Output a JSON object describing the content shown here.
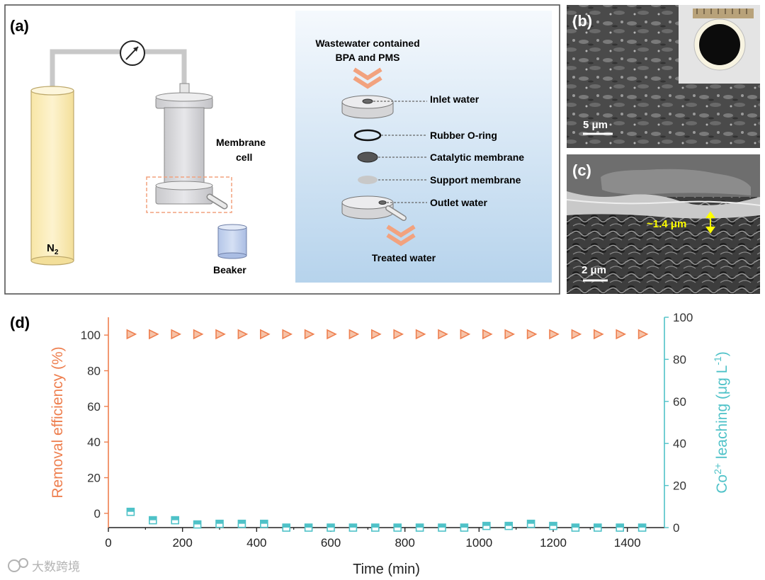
{
  "panel_a": {
    "label": "(a)",
    "gas_cylinder_label": "N",
    "gas_cylinder_subscript": "2",
    "membrane_cell_label_line1": "Membrane",
    "membrane_cell_label_line2": "cell",
    "beaker_label": "Beaker",
    "inset_title_line1": "Wastewater contained",
    "inset_title_line2": "BPA and PMS",
    "components": [
      "Inlet water",
      "Rubber O-ring",
      "Catalytic membrane",
      "Support membrane",
      "Outlet water"
    ],
    "treated_label": "Treated water",
    "colors": {
      "cylinder": "#fbeeb8",
      "arrow": "#f2a27e",
      "beaker": "#c5d3ee",
      "inset_bg_top": "#f5f9fd",
      "inset_bg_bottom": "#b6d3ec"
    }
  },
  "panel_b": {
    "label": "(b)",
    "scale_bar": "5 μm"
  },
  "panel_c": {
    "label": "(c)",
    "scale_bar": "2 μm",
    "thickness_annotation": "~1.4 μm"
  },
  "panel_d": {
    "label": "(d)",
    "chart_data": {
      "type": "scatter",
      "xlabel": "Time (min)",
      "ylabel_left": "Removal efficiency (%)",
      "ylabel_right_prefix": "Co",
      "ylabel_right_sup": "2+",
      "ylabel_right_mid": " leaching (μg L",
      "ylabel_right_sup2": "-1",
      "ylabel_right_suffix": ")",
      "xlim": [
        0,
        1500
      ],
      "ylim_left": [
        -8,
        110
      ],
      "ylim_right": [
        0,
        100
      ],
      "xticks": [
        0,
        200,
        400,
        600,
        800,
        1000,
        1200,
        1400
      ],
      "yticks_left": [
        0,
        20,
        40,
        60,
        80,
        100
      ],
      "yticks_right": [
        0,
        20,
        40,
        60,
        80,
        100
      ],
      "series": [
        {
          "axis": "left",
          "marker": "triangle-right",
          "color": "#ee7f4f",
          "x": [
            60,
            120,
            180,
            240,
            300,
            360,
            420,
            480,
            540,
            600,
            660,
            720,
            780,
            840,
            900,
            960,
            1020,
            1080,
            1140,
            1200,
            1260,
            1320,
            1380,
            1440
          ],
          "y": [
            100.5,
            100.5,
            100.5,
            100.5,
            100.5,
            100.5,
            100.5,
            100.5,
            100.5,
            100.5,
            100.5,
            100.5,
            100.5,
            100.5,
            100.5,
            100.5,
            100.5,
            100.5,
            100.5,
            100.5,
            100.5,
            100.5,
            100.5,
            100.5
          ]
        },
        {
          "axis": "right",
          "marker": "square-half",
          "color": "#4fc2c8",
          "x": [
            60,
            120,
            180,
            240,
            300,
            360,
            420,
            480,
            540,
            600,
            660,
            720,
            780,
            840,
            900,
            960,
            1020,
            1080,
            1140,
            1200,
            1260,
            1320,
            1380,
            1440
          ],
          "y": [
            7.5,
            3.5,
            3.5,
            1.5,
            1.8,
            1.8,
            1.8,
            0,
            0,
            0,
            0,
            0,
            0,
            0,
            0,
            0,
            0.8,
            0.8,
            1.8,
            0.8,
            0,
            0,
            0,
            0
          ]
        }
      ]
    }
  },
  "watermark": "大数跨境"
}
